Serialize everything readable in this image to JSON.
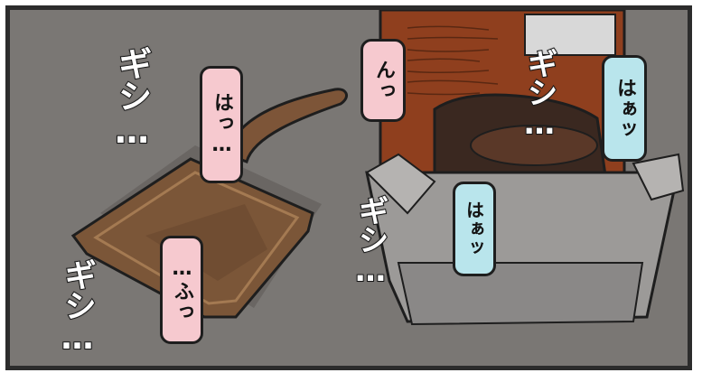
{
  "panel": {
    "bg_color": "#7a7774",
    "speech": {
      "pouch_top": "はっ…",
      "pouch_bottom": "…ふっ",
      "box_left": "んっ",
      "box_right": "はぁッ",
      "box_center": "はぁッ"
    },
    "sfx": {
      "left_top": "ギシ…",
      "left_bottom": "ギシ…",
      "center": "ギシ…",
      "right_top": "ギシ…"
    }
  }
}
